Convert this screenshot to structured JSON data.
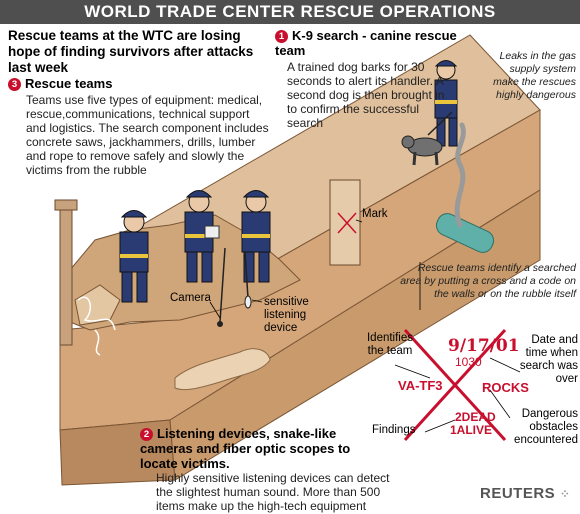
{
  "title": "WORLD TRADE CENTER RESCUE OPERATIONS",
  "subtitle": "Rescue teams at the WTC are losing hope of finding survivors after attacks last week",
  "k9": {
    "number": "1",
    "title": "K-9 search - canine rescue team",
    "body": "A trained dog barks for 30 seconds to alert its handler. A second dog is then brought in to confirm the successful search"
  },
  "rescue_teams": {
    "number": "3",
    "title": "Rescue teams",
    "body": "Teams use five types  of equipment: medical, rescue,communications, technical support and logistics. The search component includes concrete saws, jackhammers, drills, lumber and rope to remove safely and slowly the victims from the rubble"
  },
  "listening": {
    "number": "2",
    "title": "Listening devices, snake-like cameras and fiber optic scopes to locate victims.",
    "body": "Highly sensitive listening devices can detect the slightest human sound. More than 500 items make up the high-tech equipment"
  },
  "gas_note": "Leaks in the gas supply system make the rescues highly dangerous",
  "mark_label": "Mark",
  "camera_label": "Camera",
  "sensitive_label": "sensitive listening device",
  "rescue_identify": "Rescue  teams identify a searched area by putting a cross and a code on the walls or on the rubble itself",
  "code": {
    "identifies": "Identifies the team",
    "date_time": "Date and time when search was over",
    "findings": "Findings",
    "dangerous": "Dangerous obstacles encountered",
    "date_mark": "9/17/01",
    "time_mark": "1030",
    "team_mark": "VA-TF3",
    "rocks_mark": "ROCKS",
    "dead_mark": "2DEAD",
    "alive_mark": "1ALIVE"
  },
  "logo": "REUTERS",
  "colors": {
    "title_bg": "#4f4f4f",
    "accent_red": "#c8102e",
    "rubble": "#d9b690",
    "rubble_dark": "#b8895e",
    "firefighter": "#2a3a73",
    "reflective": "#e8c53a",
    "pipe": "#5fb0a8"
  }
}
